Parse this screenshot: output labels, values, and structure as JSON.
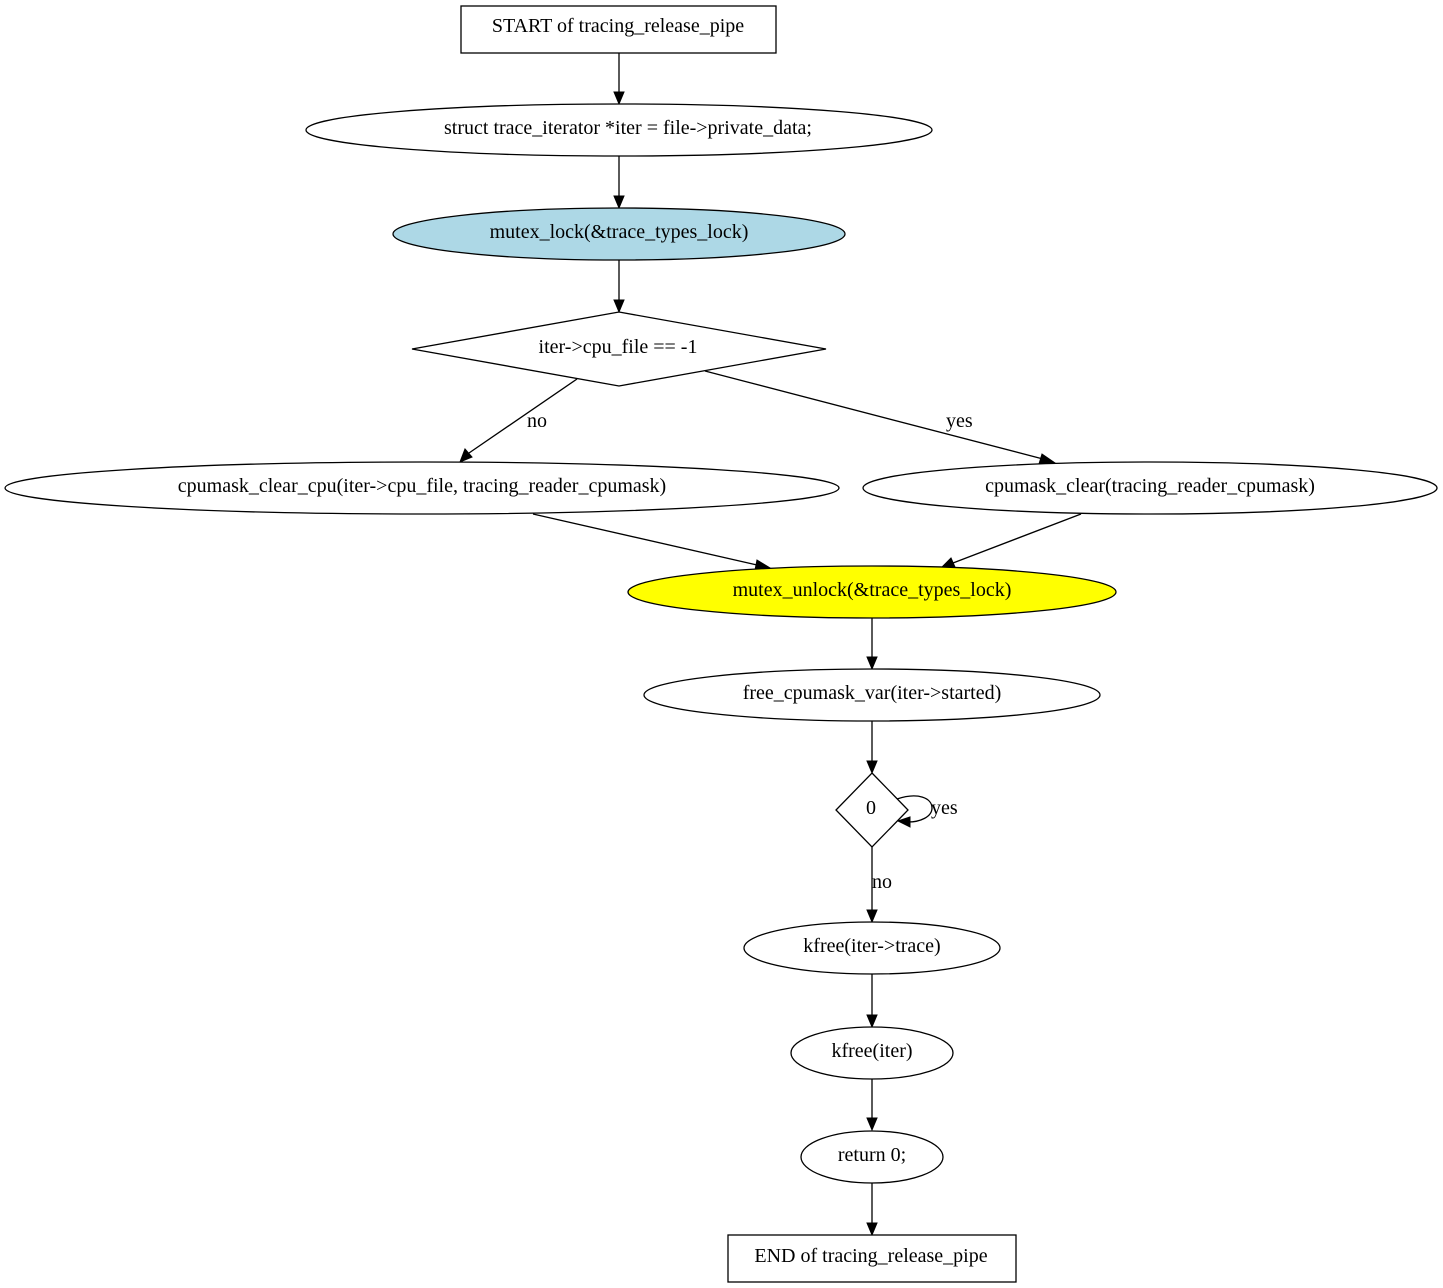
{
  "nodes": {
    "start": {
      "label": "START of tracing_release_pipe",
      "fill": "#ffffff"
    },
    "iter_decl": {
      "label": "struct trace_iterator *iter = file->private_data;",
      "fill": "#ffffff"
    },
    "mutex_lock": {
      "label": "mutex_lock(&trace_types_lock)",
      "fill": "#add8e6"
    },
    "cond_cpu_file": {
      "label": "iter->cpu_file == -1",
      "fill": "#ffffff"
    },
    "clear_cpu": {
      "label": "cpumask_clear_cpu(iter->cpu_file, tracing_reader_cpumask)",
      "fill": "#ffffff"
    },
    "clear_all": {
      "label": "cpumask_clear(tracing_reader_cpumask)",
      "fill": "#ffffff"
    },
    "mutex_unlock": {
      "label": "mutex_unlock(&trace_types_lock)",
      "fill": "#ffff00"
    },
    "free_cpumask": {
      "label": "free_cpumask_var(iter->started)",
      "fill": "#ffffff"
    },
    "cond_zero": {
      "label": "0",
      "fill": "#ffffff"
    },
    "kfree_trace": {
      "label": "kfree(iter->trace)",
      "fill": "#ffffff"
    },
    "kfree_iter": {
      "label": "kfree(iter)",
      "fill": "#ffffff"
    },
    "return_zero": {
      "label": "return 0;",
      "fill": "#ffffff"
    },
    "end": {
      "label": "END of tracing_release_pipe",
      "fill": "#ffffff"
    }
  },
  "edges": {
    "cond_no": "no",
    "cond_yes": "yes",
    "loop_yes": "yes",
    "loop_no": "no"
  }
}
